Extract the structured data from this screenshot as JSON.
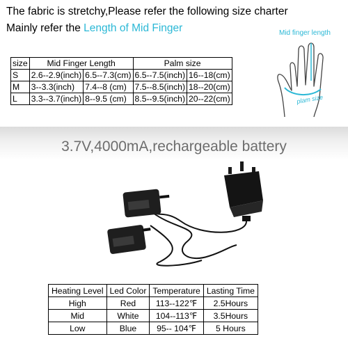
{
  "intro": {
    "line1": "The fabric is stretchy,Please refer the following size charter",
    "line2_prefix": "Mainly refer the ",
    "line2_highlight": "Length of Mid Finger"
  },
  "size_table": {
    "headers": [
      "size",
      "Mid Finger Length",
      "Palm size"
    ],
    "rows": [
      [
        "S",
        "2.6--2.9(inch)",
        "6.5--7.3(cm)",
        "6.5--7.5(inch)",
        "16--18(cm)"
      ],
      [
        "M",
        "3--3.3(inch)",
        "7.4--8  (cm)",
        "7.5--8.5(inch)",
        "18--20(cm)"
      ],
      [
        "L",
        "3.3--3.7(inch)",
        "8--9.5  (cm)",
        "8.5--9.5(inch)",
        "20--22(cm)"
      ]
    ]
  },
  "hand_diagram": {
    "finger_label": "Mid finger length",
    "palm_label": "plam size",
    "label_color": "#2bb8d6"
  },
  "battery": {
    "title": "3.7V,4000mA,rechargeable battery",
    "title_color": "#6d6d6d"
  },
  "heat_table": {
    "headers": [
      "Heating Level",
      "Led Color",
      "Temperature",
      "Lasting Time"
    ],
    "rows": [
      [
        "High",
        "Red",
        "113--122℉",
        "2.5Hours"
      ],
      [
        "Mid",
        "White",
        "104--113℉",
        "3.5Hours"
      ],
      [
        "Low",
        "Blue",
        "95-- 104℉",
        "5 Hours"
      ]
    ]
  }
}
